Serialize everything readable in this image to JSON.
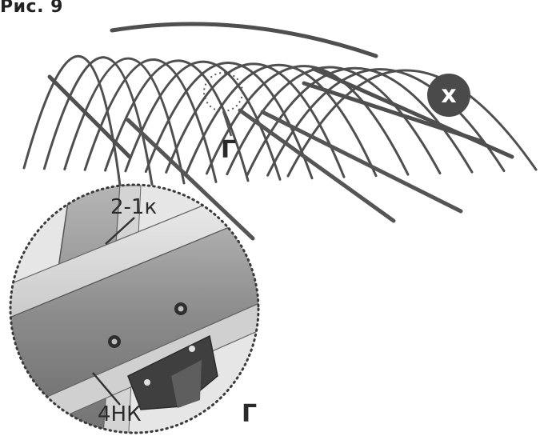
{
  "figure": {
    "title": "Рис. 9"
  },
  "labels": {
    "detail_callout": "Г",
    "detail_view": "Г",
    "upper_part": "2-1к",
    "lower_part": "4НК",
    "badge": "x"
  },
  "colors": {
    "frame": "#4f4f4f",
    "badge": "#4a4a4a",
    "pipe_light": "#d9d9d9",
    "pipe_mid": "#9a9a9a",
    "pipe_dark": "#707070"
  }
}
